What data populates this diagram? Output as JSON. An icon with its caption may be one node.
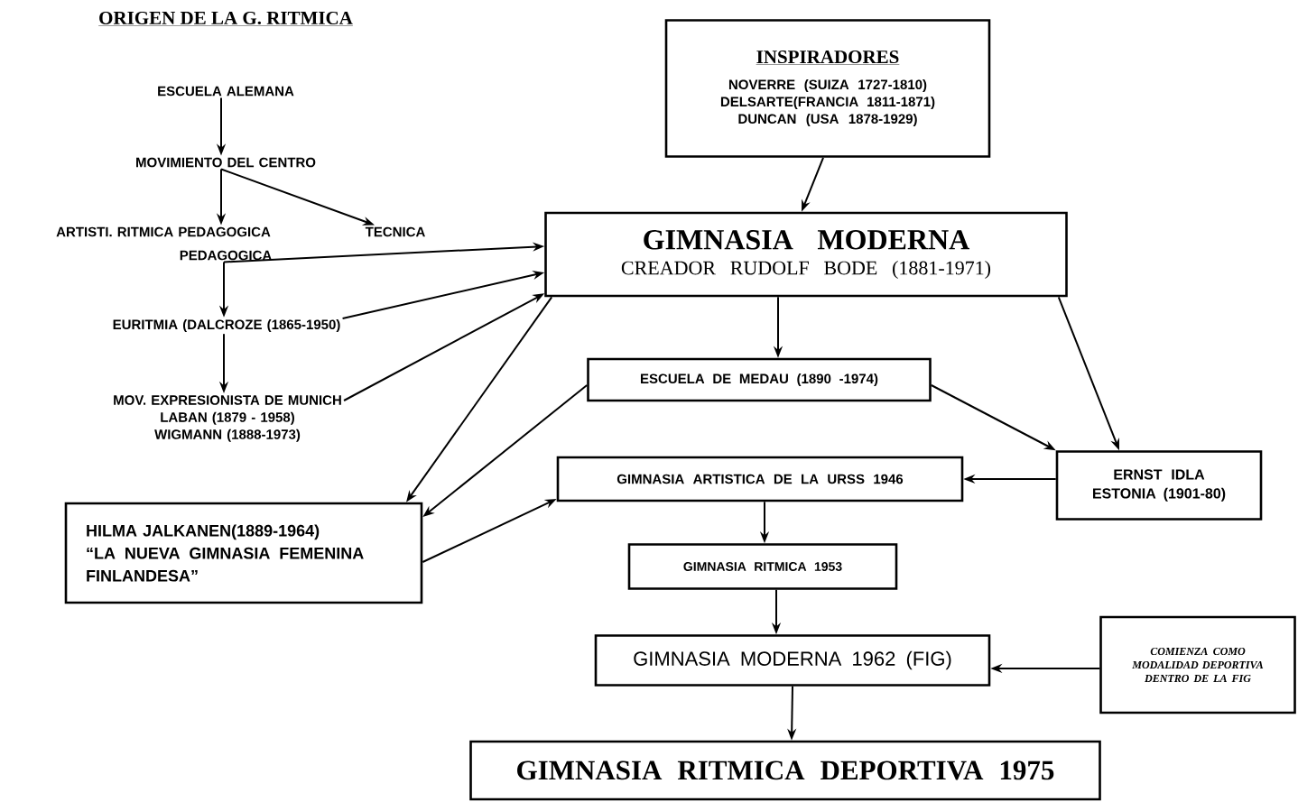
{
  "diagram": {
    "title": "ORIGEN DE LA G. RITMICA",
    "nodes": [
      {
        "text": [
          "ESCUELA ALEMANA"
        ]
      },
      {
        "text": [
          "MOVIMIENTO DEL CENTRO"
        ]
      },
      {
        "text": [
          "ARTISTI. RITMICA PEDAGOGICA"
        ]
      },
      {
        "text": [
          "TECNICA"
        ]
      },
      {
        "text": [
          "PEDAGOGICA"
        ]
      },
      {
        "text": [
          "EURITMIA (DALCROZE (1865-1950)"
        ]
      },
      {
        "text": [
          "MOV. EXPRESIONISTA DE MUNICH",
          "LABAN (1879 - 1958)",
          "WIGMANN (1888-1973)"
        ]
      },
      {
        "text": [
          "HILMA JALKANEN(1889-1964)",
          "“LA NUEVA GIMNASIA FEMENINA FINLANDESA”"
        ]
      },
      {
        "text": [
          "INSPIRADORES",
          "NOVERRE (SUIZA 1727-1810)",
          "DELSARTE(FRANCIA 1811-1871)",
          "DUNCAN (USA 1878-1929)"
        ]
      },
      {
        "text": [
          "GIMNASIA MODERNA",
          "CREADOR RUDOLF BODE (1881-1971)"
        ]
      },
      {
        "text": [
          "ESCUELA DE MEDAU (1890 -1974)"
        ]
      },
      {
        "text": [
          "GIMNASIA ARTISTICA DE LA URSS 1946"
        ]
      },
      {
        "text": [
          "ERNST IDLA",
          "ESTONIA (1901-80)"
        ]
      },
      {
        "text": [
          "GIMNASIA RITMICA 1953"
        ]
      },
      {
        "text": [
          "GIMNASIA MODERNA 1962 (FIG)"
        ]
      },
      {
        "text": [
          "COMIENZA COMO MODALIDAD DEPORTIVA DENTRO DE LA FIG"
        ]
      },
      {
        "text": [
          "GIMNASIA RITMICA DEPORTIVA 1975"
        ]
      }
    ],
    "edges": [
      {
        "from": 0,
        "to": 1,
        "arrow": "to"
      },
      {
        "from": 1,
        "to": 2,
        "arrow": "to"
      },
      {
        "from": 1,
        "to": 3,
        "arrow": "to"
      },
      {
        "from": 4,
        "to": 5,
        "arrow": "to"
      },
      {
        "from": 4,
        "to": 9,
        "arrow": "to"
      },
      {
        "from": 5,
        "to": 6,
        "arrow": "to"
      },
      {
        "from": 5,
        "to": 9,
        "arrow": "to"
      },
      {
        "from": 6,
        "to": 9,
        "arrow": "to"
      },
      {
        "from": 9,
        "to": 7,
        "arrow": "to"
      },
      {
        "from": 10,
        "to": 7,
        "arrow": "to"
      },
      {
        "from": 7,
        "to": 11,
        "arrow": "to"
      },
      {
        "from": 8,
        "to": 9,
        "arrow": "to"
      },
      {
        "from": 9,
        "to": 10,
        "arrow": "to"
      },
      {
        "from": 9,
        "to": 12,
        "arrow": "to"
      },
      {
        "from": 10,
        "to": 12,
        "arrow": "to"
      },
      {
        "from": 12,
        "to": 11,
        "arrow": "to"
      },
      {
        "from": 11,
        "to": 13,
        "arrow": "to"
      },
      {
        "from": 13,
        "to": 14,
        "arrow": "to"
      },
      {
        "from": 15,
        "to": 14,
        "arrow": "to"
      },
      {
        "from": 14,
        "to": 16,
        "arrow": "to"
      }
    ]
  }
}
